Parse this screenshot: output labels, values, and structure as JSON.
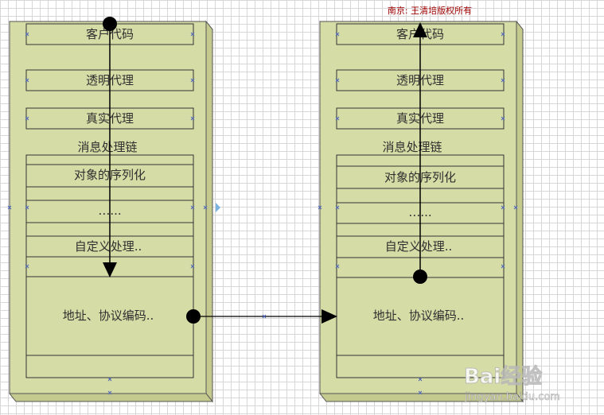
{
  "copyright": "南京: 王清培版权所有",
  "watermark": {
    "brand": "Bai经验",
    "url": "jingyan.baidu.com"
  },
  "left_stack": {
    "client_code": "客户代码",
    "transparent_proxy": "透明代理",
    "real_proxy": "真实代理",
    "chain_title": "消息处理链",
    "serialization": "对象的序列化",
    "ellipsis": "…...",
    "custom_processing": "自定义处理..",
    "address_encoding": "地址、协议编码.."
  },
  "right_stack": {
    "client_code": "客户代码",
    "transparent_proxy": "透明代理",
    "real_proxy": "真实代理",
    "chain_title": "消息处理链",
    "serialization": "对象的序列化",
    "ellipsis": "…...",
    "custom_processing": "自定义处理..",
    "address_encoding": "地址、协议编码.."
  },
  "colors": {
    "panel": "#d6dca6",
    "panel_side": "#c7cd93",
    "box_border": "#333333",
    "arrow": "#000000",
    "copyright": "#a00000"
  }
}
